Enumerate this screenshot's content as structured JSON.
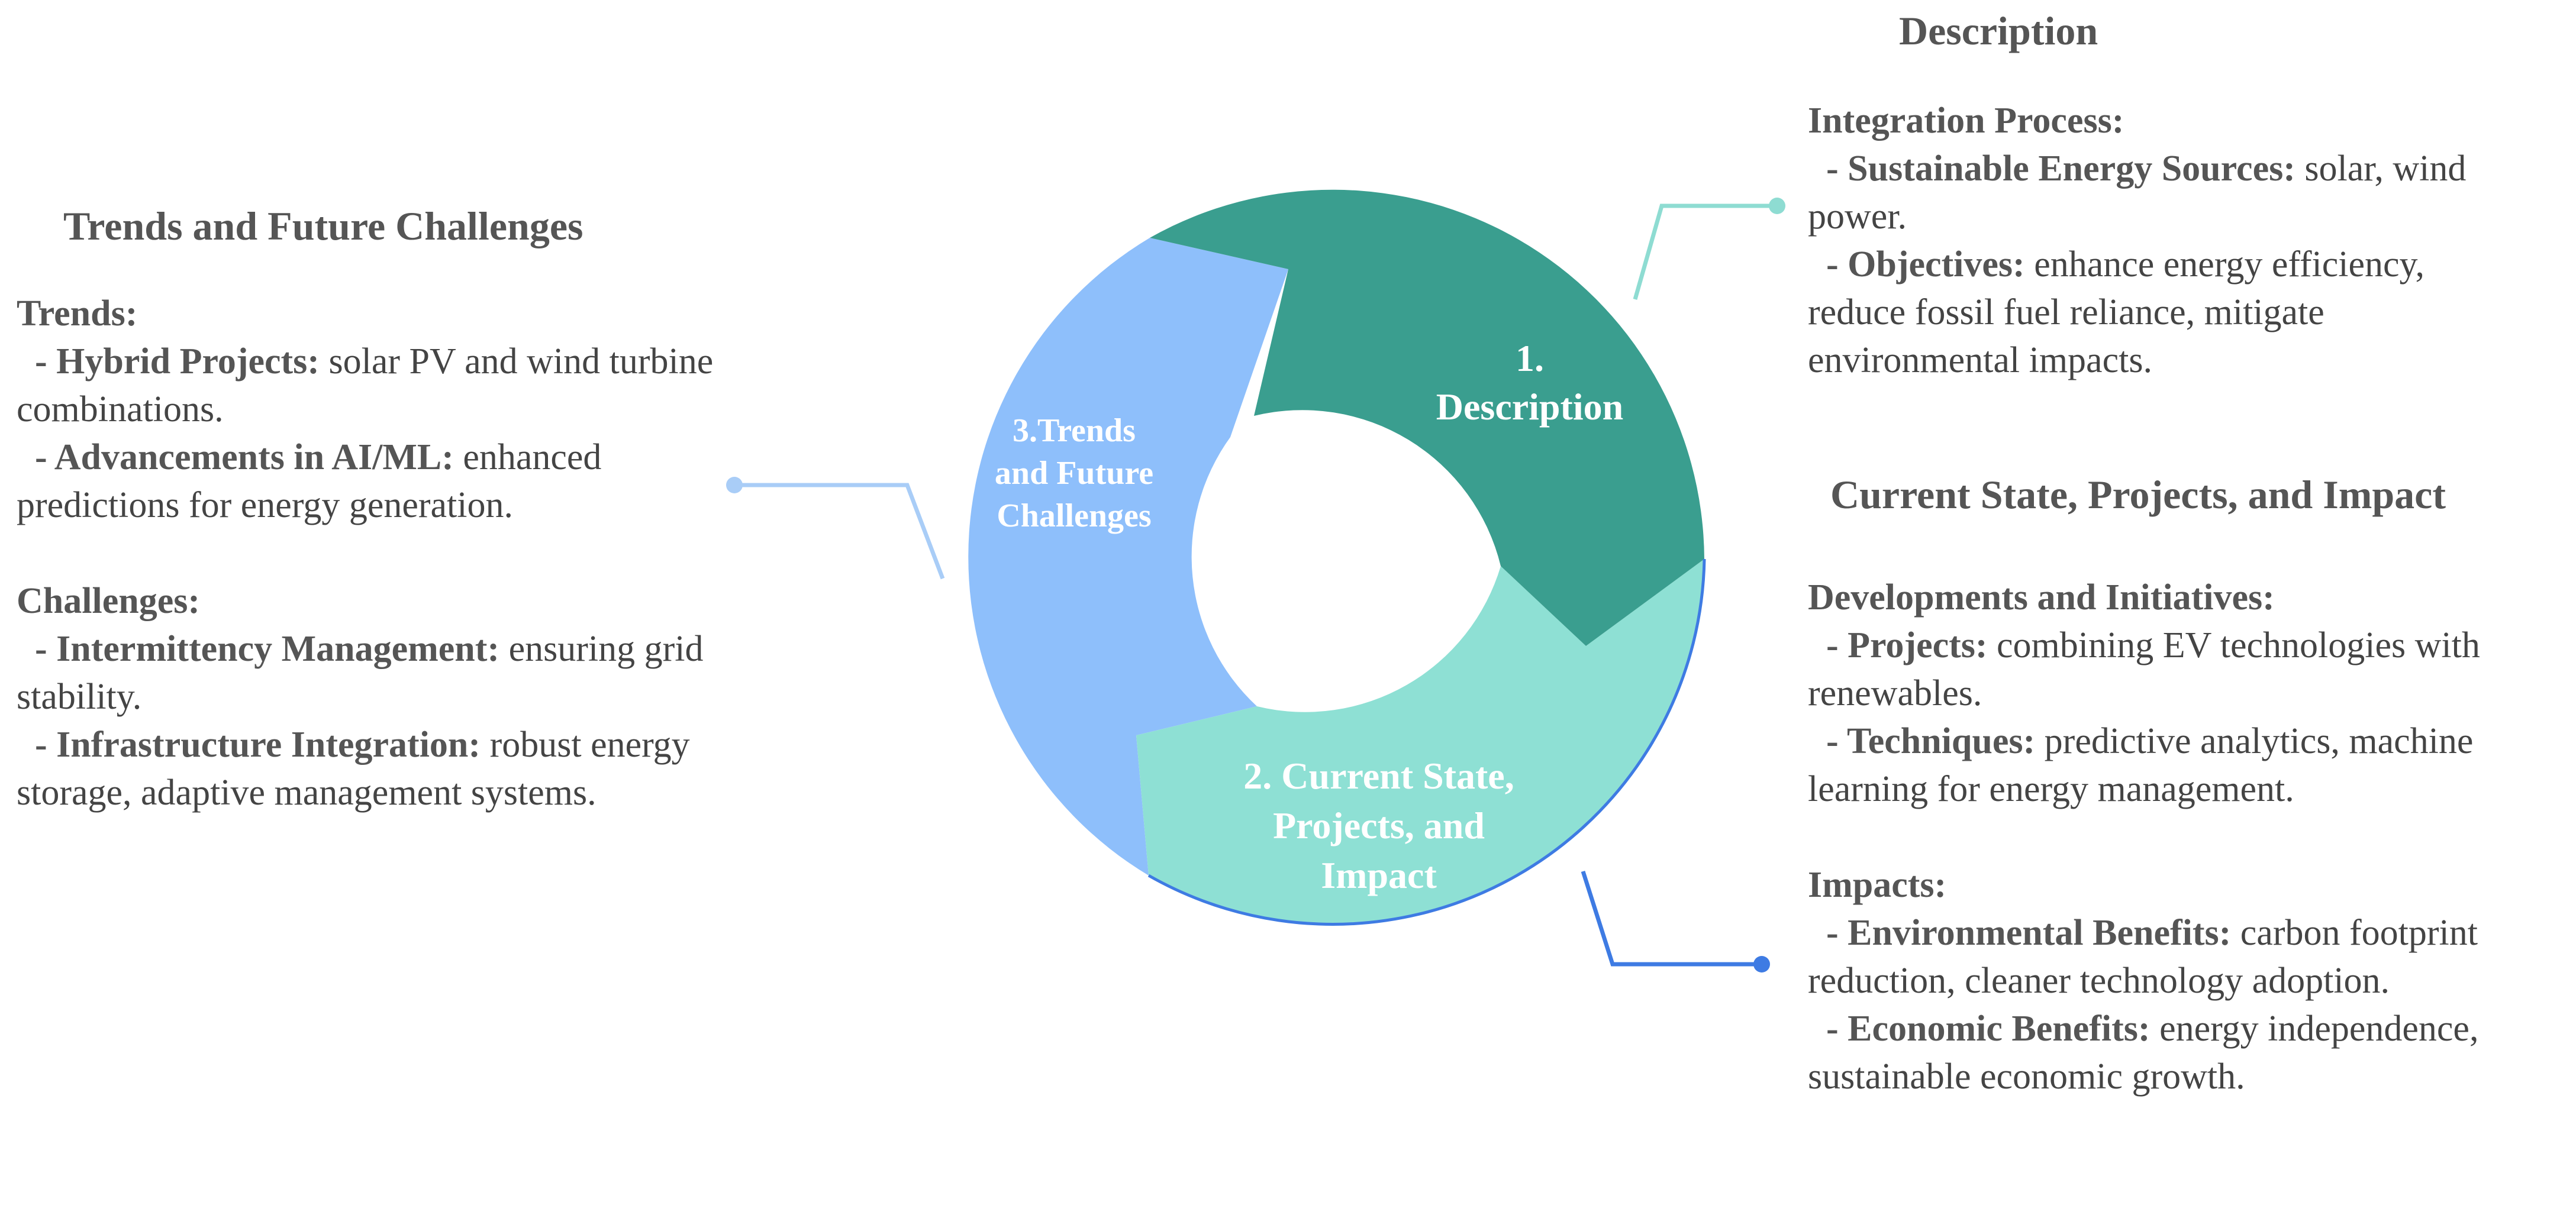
{
  "cycle": {
    "segments": [
      {
        "label_lines": [
          "1.",
          "Description"
        ],
        "color": "#3A9E8F"
      },
      {
        "label_lines": [
          "2. Current State,",
          "Projects, and",
          "Impact"
        ],
        "color": "#8EE0D4"
      },
      {
        "label_lines": [
          "3.Trends",
          "and Future",
          "Challenges"
        ],
        "color": "#8EBFFB"
      }
    ],
    "connector_colors": [
      "#8EDCD2",
      "#3E7BE3",
      "#A9CDF7"
    ]
  },
  "panels": {
    "description": {
      "title": "Description",
      "groups": [
        {
          "heading": "Integration Process:",
          "items": [
            {
              "head": "- Sustainable Energy Sources:",
              "desc": "solar, wind power."
            },
            {
              "head": "- Objectives:",
              "desc": "enhance energy efficiency, reduce fossil fuel reliance, mitigate environmental impacts."
            }
          ]
        }
      ]
    },
    "current_state": {
      "title": "Current State, Projects, and Impact",
      "groups": [
        {
          "heading": "Developments and Initiatives:",
          "items": [
            {
              "head": "- Projects:",
              "desc": "combining EV technologies with renewables."
            },
            {
              "head": "- Techniques:",
              "desc": "predictive analytics, machine learning for energy management."
            }
          ]
        },
        {
          "heading": "Impacts:",
          "items": [
            {
              "head": "- Environmental Benefits:",
              "desc": "carbon footprint reduction, cleaner technology adoption."
            },
            {
              "head": "- Economic Benefits:",
              "desc": "energy independence, sustainable economic growth."
            }
          ]
        }
      ]
    },
    "trends": {
      "title": "Trends and Future Challenges",
      "groups": [
        {
          "heading": "Trends:",
          "items": [
            {
              "head": "- Hybrid Projects:",
              "desc": "solar PV and wind turbine combinations."
            },
            {
              "head": "- Advancements in AI/ML:",
              "desc": "enhanced predictions for energy generation."
            }
          ]
        },
        {
          "heading": "Challenges:",
          "items": [
            {
              "head": "- Intermittency Management:",
              "desc": "ensuring grid stability."
            },
            {
              "head": "- Infrastructure Integration:",
              "desc": "robust energy storage, adaptive management systems."
            }
          ]
        }
      ]
    }
  }
}
